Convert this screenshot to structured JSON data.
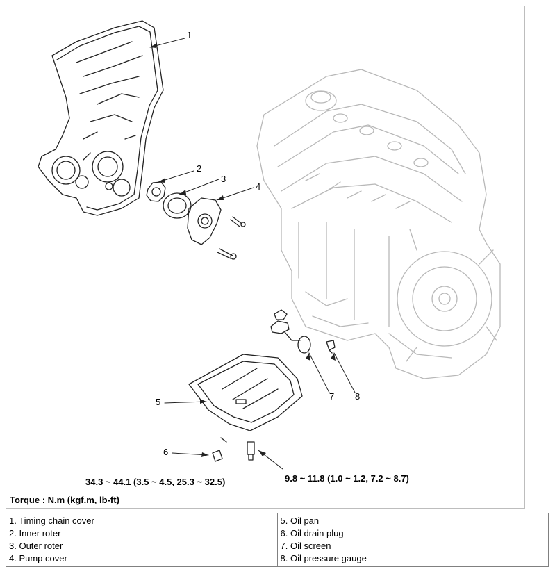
{
  "callouts": {
    "c1": "1",
    "c2": "2",
    "c3": "3",
    "c4": "4",
    "c5": "5",
    "c6": "6",
    "c7": "7",
    "c8": "8"
  },
  "torque_specs": {
    "drain_plug": "34.3 ~ 44.1 (3.5 ~ 4.5, 25.3 ~ 32.5)",
    "oil_pan_bolt": "9.8 ~ 11.8 (1.0 ~ 1.2, 7.2 ~ 8.7)"
  },
  "torque_unit_note": "Torque : N.m (kgf.m, lb-ft)",
  "legend": {
    "left": [
      "1. Timing chain cover",
      "2. Inner roter",
      "3. Outer roter",
      "4. Pump cover"
    ],
    "right": [
      "5. Oil pan",
      "6. Oil drain plug",
      "7. Oil screen",
      "8. Oil pressure gauge"
    ]
  }
}
